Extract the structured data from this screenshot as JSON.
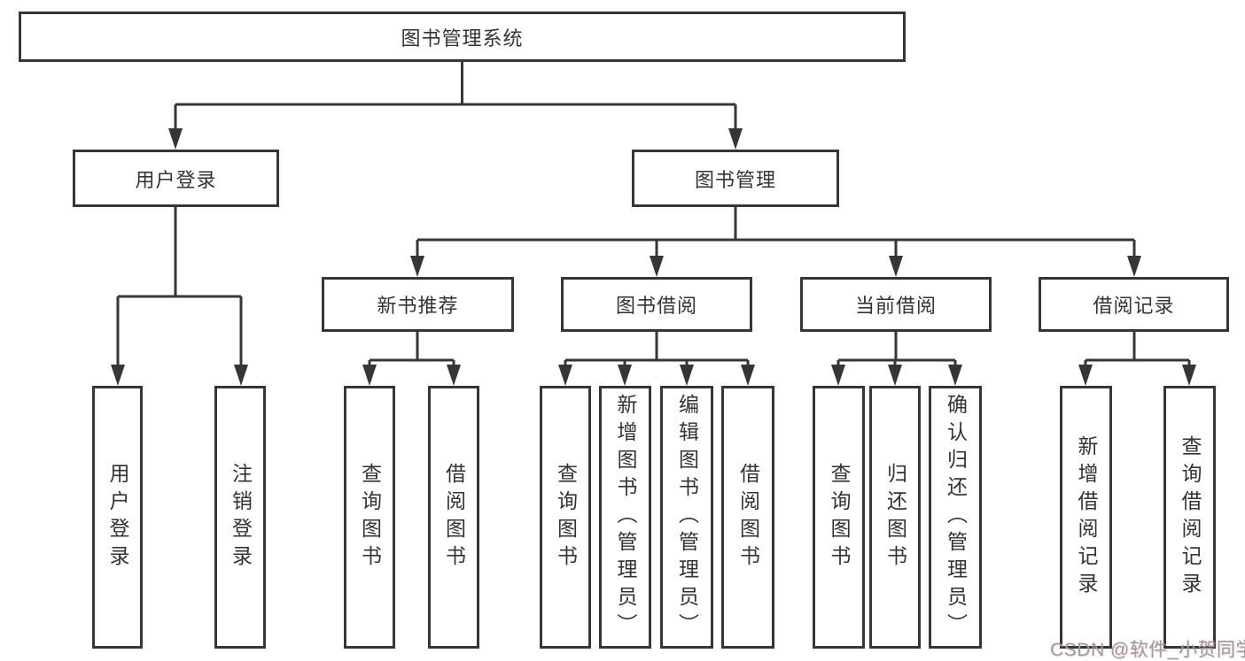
{
  "diagram": {
    "type": "hierarchy-tree",
    "root": {
      "label": "图书管理系统",
      "children": [
        {
          "label": "用户登录",
          "children": [
            {
              "label": "用户登录"
            },
            {
              "label": "注销登录"
            }
          ]
        },
        {
          "label": "图书管理",
          "children": [
            {
              "label": "新书推荐",
              "children": [
                {
                  "label": "查询图书"
                },
                {
                  "label": "借阅图书"
                }
              ]
            },
            {
              "label": "图书借阅",
              "children": [
                {
                  "label": "查询图书"
                },
                {
                  "label": "新增图书（管理员）"
                },
                {
                  "label": "编辑图书（管理员）"
                },
                {
                  "label": "借阅图书"
                }
              ]
            },
            {
              "label": "当前借阅",
              "children": [
                {
                  "label": "查询图书"
                },
                {
                  "label": "归还图书"
                },
                {
                  "label": "确认归还（管理员）"
                }
              ]
            },
            {
              "label": "借阅记录",
              "children": [
                {
                  "label": "新增借阅记录"
                },
                {
                  "label": "查询借阅记录"
                }
              ]
            }
          ]
        }
      ]
    }
  },
  "watermark": {
    "text": "CSDN @软件_小贺同学"
  },
  "colors": {
    "line": "#363636",
    "box_border": "#363636",
    "text": "#333333",
    "background": "#ffffff",
    "watermark": "#9c9ca4"
  }
}
